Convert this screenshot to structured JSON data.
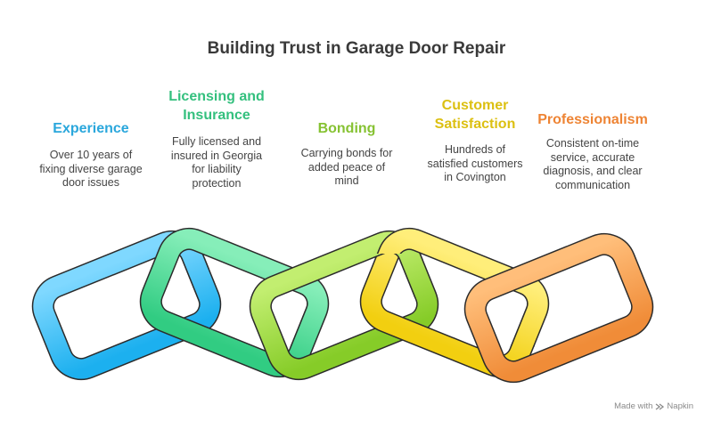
{
  "title": "Building Trust in Garage Door Repair",
  "items": [
    {
      "title": "Experience",
      "desc": [
        "Over 10 years of",
        "fixing diverse garage",
        "door issues"
      ],
      "color": "#33b5e5",
      "fill_light": "#6fd2ff",
      "fill_dark": "#1fb4f0"
    },
    {
      "title": "Licensing and",
      "title2": "Insurance",
      "desc": [
        "Fully licensed and",
        "insured in Georgia",
        "for liability",
        "protection"
      ],
      "color": "#2ec27e",
      "fill_light": "#7be8b0",
      "fill_dark": "#36cf86"
    },
    {
      "title": "Bonding",
      "desc": [
        "Carrying bonds for",
        "added peace of",
        "mind"
      ],
      "color": "#8fc93a",
      "fill_light": "#b9e865",
      "fill_dark": "#8dd12f"
    },
    {
      "title": "Customer",
      "title2": "Satisfaction",
      "desc": [
        "Hundreds of",
        "satisfied customers",
        "in Covington"
      ],
      "color": "#e3c61a",
      "fill_light": "#ffe866",
      "fill_dark": "#f4d31a"
    },
    {
      "title": "Professionalism",
      "desc": [
        "Consistent on-time",
        "service, accurate",
        "diagnosis, and clear",
        "communication"
      ],
      "color": "#f08a3c",
      "fill_light": "#ffb66e",
      "fill_dark": "#f2913e"
    }
  ],
  "credit": {
    "prefix": "Made with",
    "brand": "Napkin",
    "icon": "napkin-logo-icon"
  }
}
